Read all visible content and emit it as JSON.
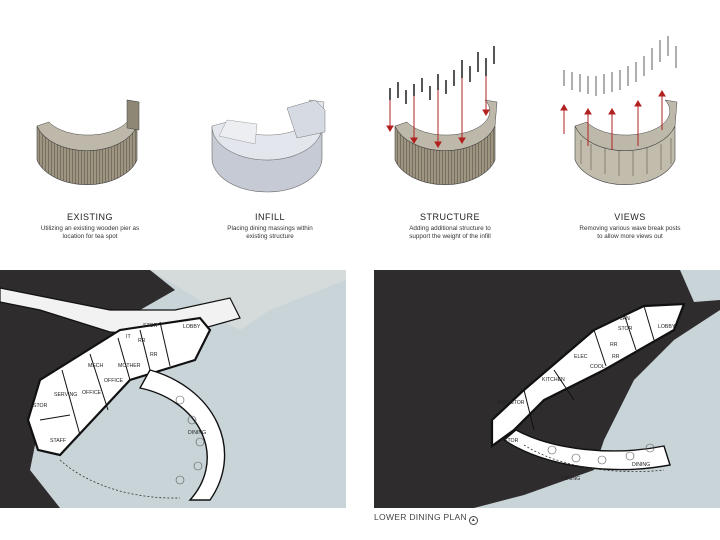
{
  "steps": [
    {
      "title": "EXISTING",
      "desc": [
        "Utilizing an existing wooden pier as",
        "location for tea spot"
      ]
    },
    {
      "title": "INFILL",
      "desc": [
        "Placing dining massings within",
        "existing structure"
      ]
    },
    {
      "title": "STRUCTURE",
      "desc": [
        "Adding additional structure to",
        "support the weight of the infill"
      ]
    },
    {
      "title": "VIEWS",
      "desc": [
        "Removing various wave break posts",
        "to allow more views out"
      ]
    }
  ],
  "left_plan": {
    "rooms": {
      "stor_top": "STOR",
      "lobby": "LOBBY",
      "mech": "MECH",
      "office": "OFFICE",
      "mother": "MOTHER",
      "serving": "SERVING",
      "office2": "OFFICE",
      "stor": "STOR",
      "staff": "STAFF",
      "dining": "DINING",
      "it": "IT",
      "wc1": "RR",
      "wc2": "RR"
    }
  },
  "right_plan": {
    "rooms": {
      "jan": "JAN",
      "stor": "STOR",
      "lobby": "LOBBY",
      "elec": "ELEC",
      "kitchen": "KITCHEN",
      "cool": "COOL",
      "dry_stor": "DRY STOR",
      "stor2": "STOR",
      "dining": "DINING",
      "dining2": "DINING",
      "wc1": "RR",
      "wc2": "RR"
    }
  },
  "caption": "LOWER DINING PLAN",
  "caption_icon": "north-arrow-icon",
  "colors": {
    "water": "#c9d4d8",
    "land": "#2e2c2d",
    "wall": "#111111",
    "floor": "#ffffff",
    "timber": "#a59d8c",
    "infill": "#c7ccd6",
    "red": "#b32020"
  }
}
